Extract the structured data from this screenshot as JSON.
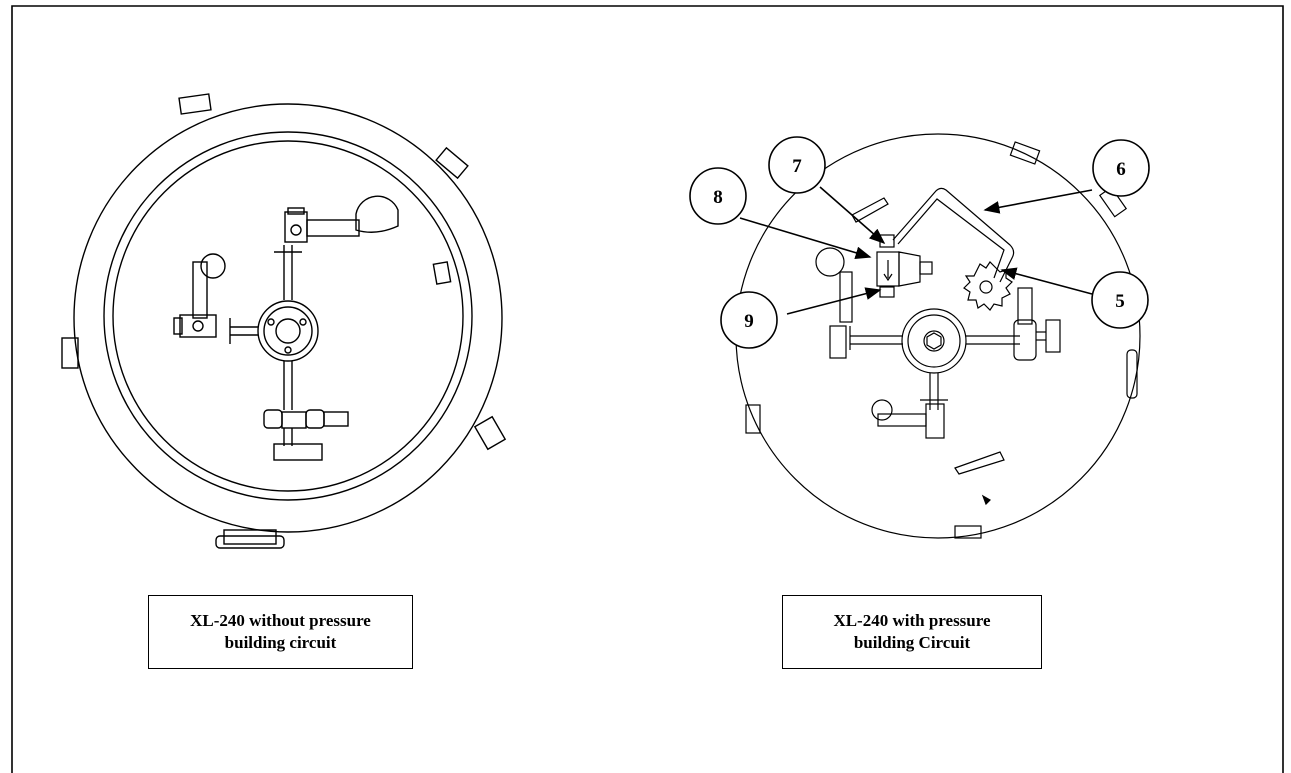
{
  "figures": [
    {
      "caption_line1": "XL-240 without pressure",
      "caption_line2": "building circuit"
    },
    {
      "caption_line1": "XL-240 with pressure",
      "caption_line2": "building Circuit"
    }
  ],
  "callouts": [
    "7",
    "6",
    "8",
    "5",
    "9"
  ]
}
